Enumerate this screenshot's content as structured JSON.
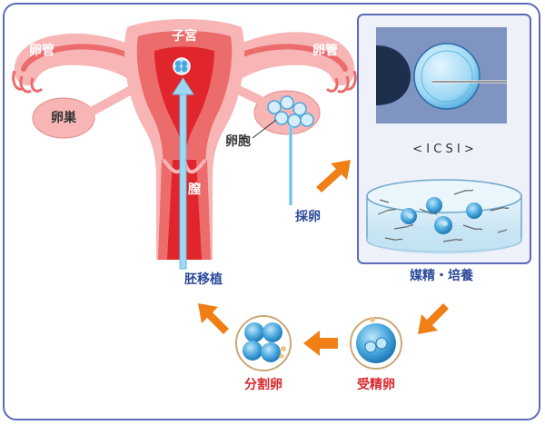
{
  "labels": {
    "uterus": "子宮",
    "oviduct_left": "卵管",
    "oviduct_right": "卵管",
    "ovary": "卵巣",
    "oocyte": "卵胞",
    "vagina": "膣",
    "egg_retrieval": "採卵",
    "icsi": "< I C S I >",
    "insemination_culture": "媒精・培養",
    "fertilized_egg": "受精卵",
    "cleaved_egg": "分割卵",
    "embryo_transfer": "胚移植"
  },
  "colors": {
    "border": "#5b6bb8",
    "uterus_outer": "#f7b5b5",
    "uterus_mid": "#ec6b6b",
    "uterus_inner": "#e0252c",
    "egg_blue": "#4aa8dd",
    "flow_arrow": "#f07f16",
    "transfer_arrow": "#9fd8f0",
    "dish_blue": "#cfe8f5"
  }
}
